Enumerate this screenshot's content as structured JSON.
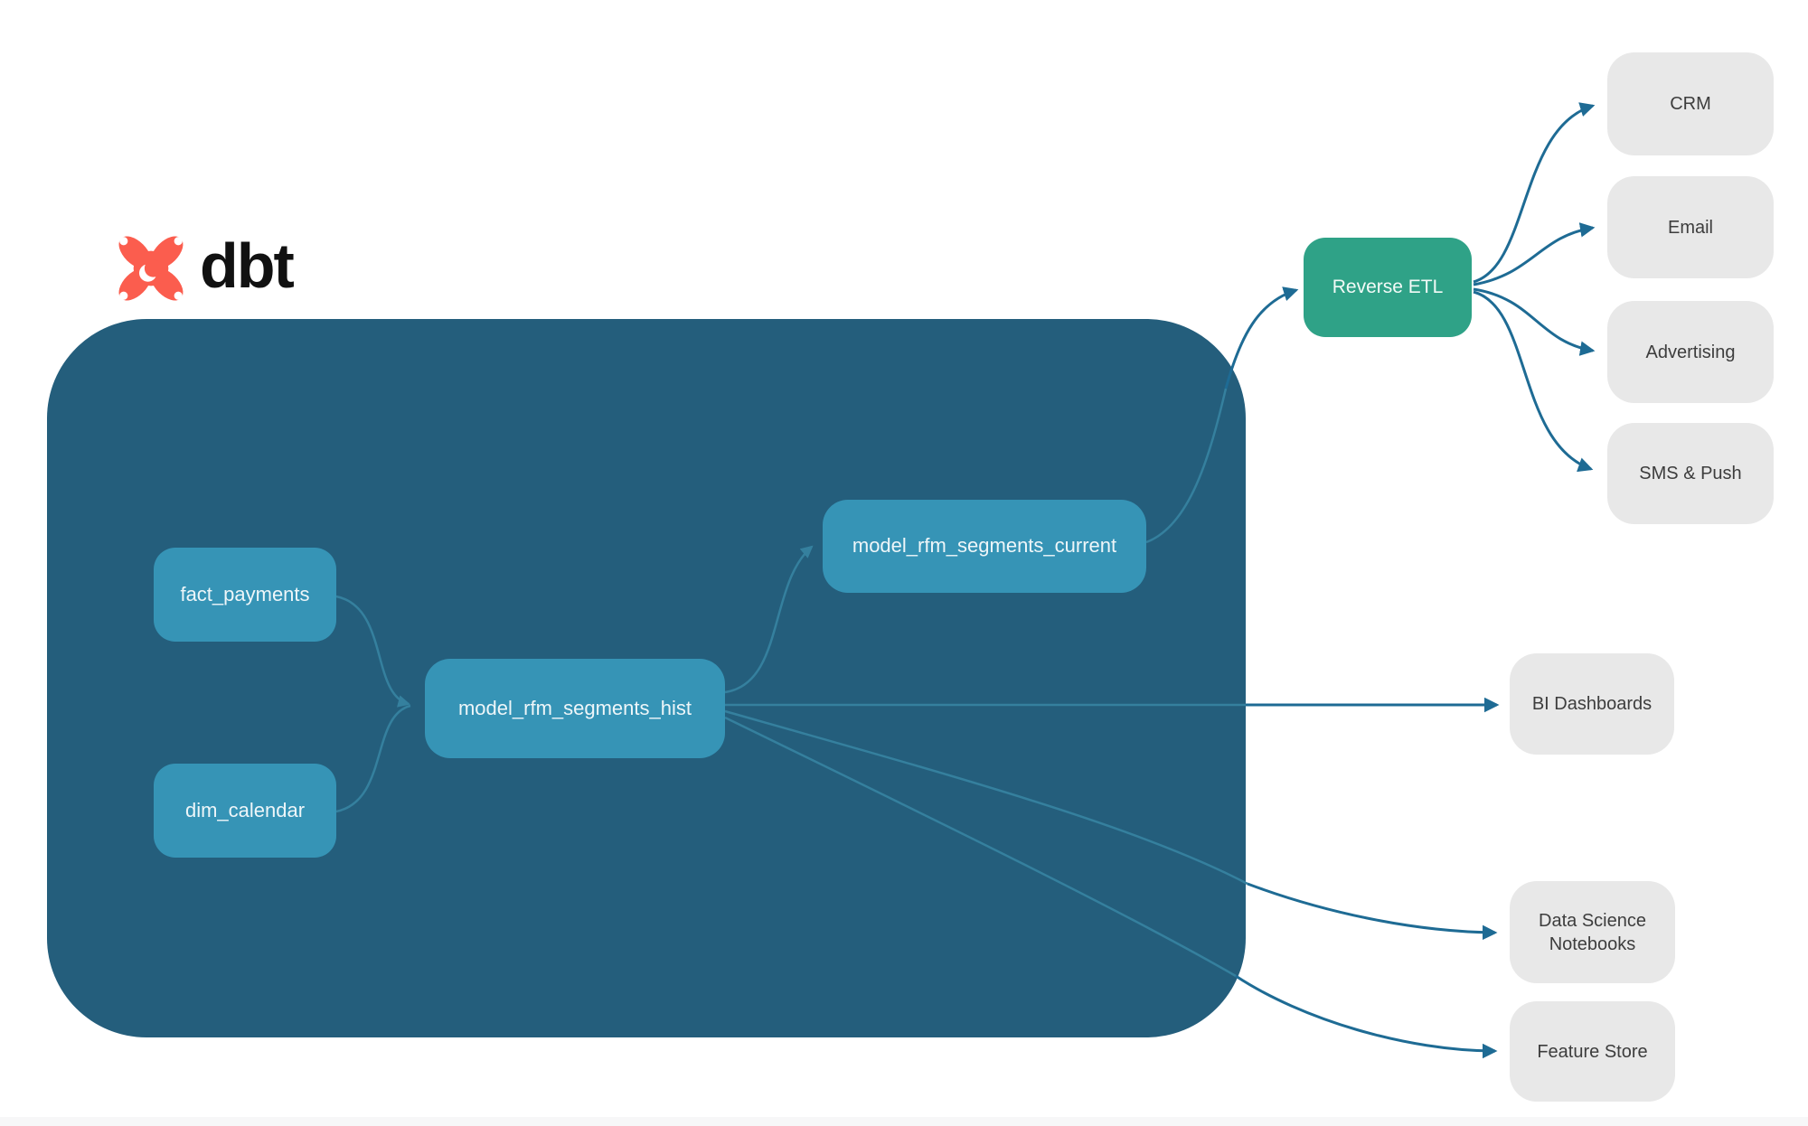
{
  "brand": {
    "name": "dbt"
  },
  "colors": {
    "page_bg": "#ffffff",
    "container_bg": "#245e7c",
    "model_node_bg": "#3694b6",
    "model_node_text": "#eef6f9",
    "reverse_etl_bg": "#2fa287",
    "destination_bg": "#e8e8e8",
    "destination_text": "#3d3d3d",
    "edge_inside": "#35809e",
    "edge_outside": "#1e6b94",
    "logo_orange": "#fb5d4e",
    "logo_text": "#111111",
    "footer_strip": "#f7f7f8"
  },
  "models": {
    "fact_payments": "fact_payments",
    "dim_calendar": "dim_calendar",
    "rfm_hist": "model_rfm_segments_hist",
    "rfm_current": "model_rfm_segments_current"
  },
  "transform": {
    "reverse_etl": "Reverse ETL"
  },
  "destinations": {
    "crm": "CRM",
    "email": "Email",
    "advertising": "Advertising",
    "sms_push": "SMS & Push",
    "bi_dashboards": "BI Dashboards",
    "ds_notebooks": "Data Science Notebooks",
    "feature_store": "Feature Store"
  }
}
